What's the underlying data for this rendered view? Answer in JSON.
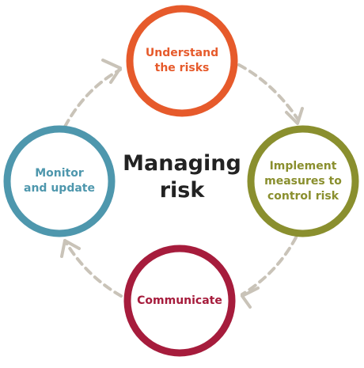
{
  "center": {
    "line1": "Managing",
    "line2": "risk"
  },
  "nodes": {
    "understand": {
      "line1": "Understand",
      "line2": "the risks",
      "color": "#e65a2b"
    },
    "implement": {
      "line1": "Implement",
      "line2": "measures to",
      "line3": "control risk",
      "color": "#8a8f2e"
    },
    "communicate": {
      "line1": "Communicate",
      "color": "#a61c3c"
    },
    "monitor": {
      "line1": "Monitor",
      "line2": "and update",
      "color": "#4e97ad"
    }
  },
  "arrow_color": "#c9c3b8",
  "text_color": "#222222"
}
